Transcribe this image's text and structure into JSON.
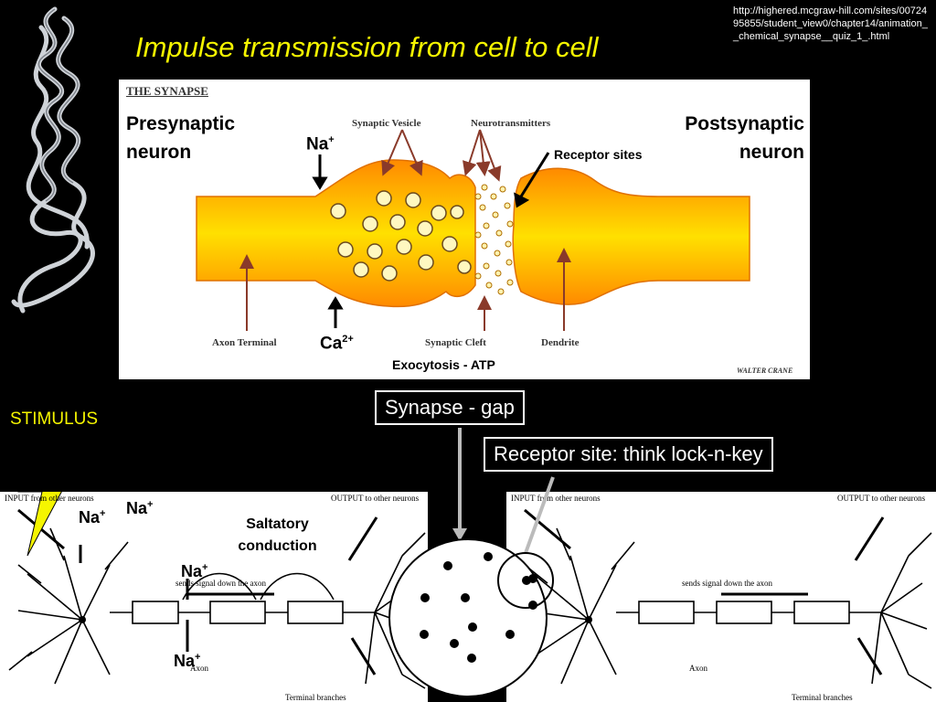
{
  "slide": {
    "title": "Impulse transmission from cell to cell",
    "source_url": "http://highered.mcgraw-hill.com/sites/0072495855/student_view0/chapter14/animation__chemical_synapse__quiz_1_.html"
  },
  "synapse_diagram": {
    "heading": "THE SYNAPSE",
    "presynaptic": "Presynaptic neuron",
    "postsynaptic": "Postsynaptic neuron",
    "na_label": "Na",
    "na_charge": "+",
    "ca_label": "Ca",
    "ca_charge": "2+",
    "receptor_sites": "Receptor sites",
    "synaptic_vesicle": "Synaptic Vesicle",
    "neurotransmitters": "Neurotransmitters",
    "axon_terminal": "Axon Terminal",
    "synaptic_cleft": "Synaptic Cleft",
    "dendrite": "Dendrite",
    "exocytosis": "Exocytosis - ATP",
    "signature": "WALTER CRANE"
  },
  "labels": {
    "synapse_gap": "Synapse - gap",
    "receptor_site": "Receptor site: think lock-n-key",
    "stimulus": "STIMULUS",
    "saltatory": "Saltatory conduction"
  },
  "neuron_left": {
    "input": "INPUT from other neurons",
    "output": "OUTPUT to other neurons",
    "sends": "sends signal down the axon",
    "axon": "Axon",
    "terminal": "Terminal branches",
    "na_labels": [
      "Na",
      "Na",
      "Na",
      "Na"
    ],
    "na_charge": "+"
  },
  "neuron_right": {
    "input": "INPUT from other neurons",
    "output": "OUTPUT to other neurons",
    "sends": "sends signal down the axon",
    "axon": "Axon",
    "terminal": "Terminal branches"
  },
  "colors": {
    "title": "#f5f500",
    "stimulus": "#f5f500",
    "neuron_orange": "#ff9900",
    "neuron_yellow": "#ffe000"
  }
}
